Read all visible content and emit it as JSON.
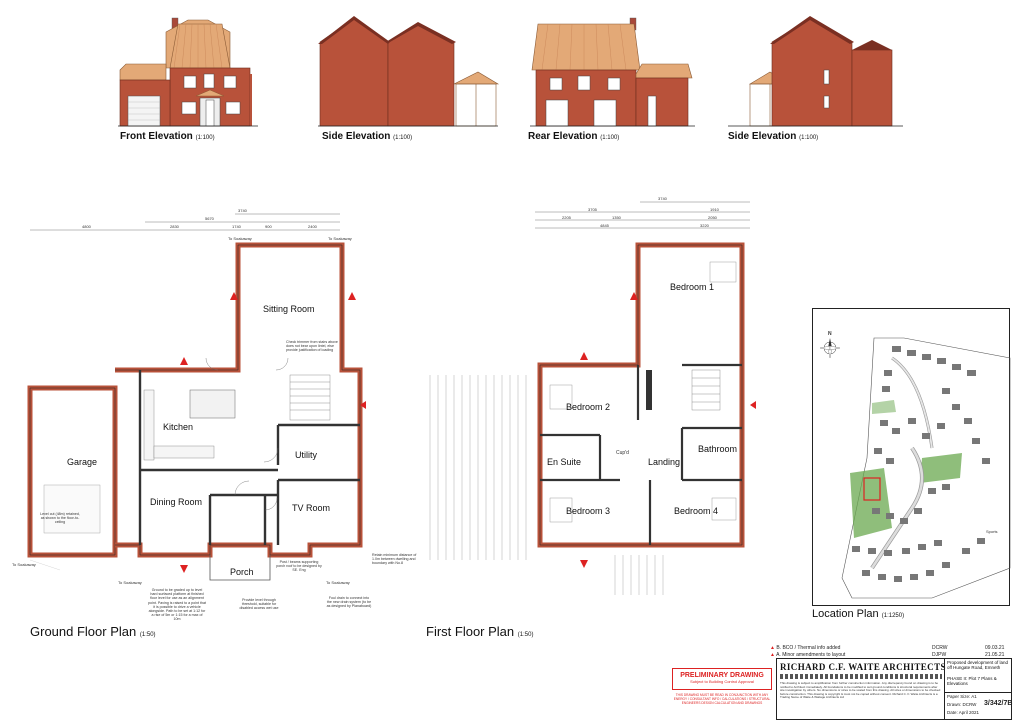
{
  "elevations": [
    {
      "title": "Front Elevation",
      "scale": "(1:100)"
    },
    {
      "title": "Side Elevation",
      "scale": "(1:100)"
    },
    {
      "title": "Rear Elevation",
      "scale": "(1:100)"
    },
    {
      "title": "Side Elevation",
      "scale": "(1:100)"
    }
  ],
  "plans": {
    "ground": {
      "title": "Ground Floor Plan",
      "scale": "(1:50)"
    },
    "first": {
      "title": "First Floor Plan",
      "scale": "(1:50)"
    },
    "location": {
      "title": "Location Plan",
      "scale": "(1:1250)"
    }
  },
  "ground_rooms": {
    "sitting": "Sitting Room",
    "kitchen": "Kitchen",
    "garage": "Garage",
    "utility": "Utility",
    "dining": "Dining Room",
    "tv": "TV Room",
    "porch": "Porch"
  },
  "first_rooms": {
    "bed1": "Bedroom 1",
    "bed2": "Bedroom 2",
    "bed3": "Bedroom 3",
    "bed4": "Bedroom 4",
    "ensuite": "En Suite",
    "bathroom": "Bathroom",
    "landing": "Landing",
    "cupd": "Cup'd"
  },
  "dims": {
    "g_top1": "3740",
    "g_top2a": "5670",
    "g_top2b": "1740",
    "g_top2c": "900",
    "g_top2d": "2400",
    "g_top3a": "4800",
    "g_top3b": "2830",
    "f_top1": "3740",
    "f_top2a": "3705",
    "f_top2b": "1910",
    "f_top3a": "2205",
    "f_top3b": "1350",
    "f_top3c": "2050",
    "f_top4a": "4845",
    "f_top4b": "3220"
  },
  "notes": {
    "soakaway1": "To Soakaway",
    "soakaway2": "To Soakaway",
    "soakaway3": "To Soakaway",
    "soakaway4": "To Soakaway",
    "soakaway5": "To Soakaway",
    "check_timber": "Check trimmer from stairs above does not bear upon lintel, else provide justification of loading",
    "ground_level": "Ground to be graded up to level hard surfaced platform at finished floor level for use as an alignment point. Paving is raised to a point that it is possible to drive a vehicle alongside. Path to be set at 1:12 for a rise of 5m or 1:15 for a max of 10m",
    "provide_level": "Provide level through threshold, suitable for disabled access wet use",
    "post_beam": "Post / beams supporting porch roof to be designed by SE. Eng",
    "foul_drain": "Foul drain to connect into the new drain system (to be as designed by Planaboard)",
    "retain_min": "Retain minimum distance of 1.0m between dwelling and boundary with No.8",
    "level_cut": "Level cut (48m) retained, as shown to the floor-to-ceiling"
  },
  "revisions": [
    {
      "label": "B. BCO / Thermal info added",
      "by": "DCRW",
      "date": "09.03.21"
    },
    {
      "label": "A. Minor amendments to layout",
      "by": "DJPW",
      "date": "21.05.21"
    }
  ],
  "title_block": {
    "stamp_title": "PRELIMINARY DRAWING",
    "stamp_sub": "Subject to Building Control Approval",
    "stamp_note": "THIS DRAWING MUST BE READ IN CONJUNCTION WITH ANY ENERGY / CONSULTANT INFO / CALCULATIONS / STRUCTURAL ENGINEERS DESIGN CALCULATION AND DRAWINGS",
    "firm": "RICHARD C.F. WAITE ARCHITECTS",
    "project": "Proposed development of land off Hungate Road, Emneth",
    "phase": "PHASE II: Plot 7 Plans & Elevations",
    "paper_size": "Paper Size: A1",
    "drawn": "Drawn: DCRW",
    "date": "Date: April 2021",
    "drawing_no": "3/342/7B",
    "disclaimer": "This drawing is subject to amplification from further construction information. Any discrepancy found on drawing is to be notified to Architect immediately. All foundations to be modified to suit ground conditions & structural requirements after site investigation by others. No dimensions or sizes to be scaled from this drawing. All sizes or dimensions to be checked before construction. This drawing is copyright & must not be copied without consent. Richard C. F. Waite Architects is a Trading Name of Waite & Waitage Architects Ltd"
  },
  "location": {
    "north": "N",
    "sports": "Sports"
  },
  "colors": {
    "brick": "#b8523a",
    "brick_dark": "#8e3a28",
    "roof": "#e3a977",
    "roof_line": "#c78355",
    "wall": "#b8523a",
    "green": "#6aa84f",
    "red": "#d22222"
  }
}
